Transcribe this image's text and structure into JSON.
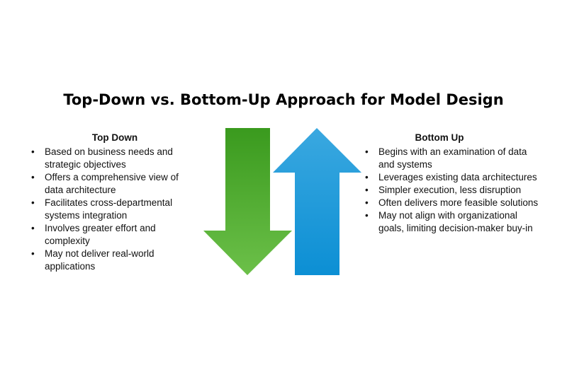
{
  "title": "Top-Down vs. Bottom-Up Approach for Model Design",
  "top_down": {
    "heading": "Top Down",
    "items": [
      "Based on business needs and strategic objectives",
      "Offers a comprehensive view of data architecture",
      "Facilitates cross-departmental systems integration",
      "Involves greater effort and complexity",
      "May not deliver real-world applications"
    ]
  },
  "bottom_up": {
    "heading": "Bottom Up",
    "items": [
      "Begins with an examination of data and systems",
      "Leverages existing data architectures",
      "Simpler execution, less disruption",
      "Often delivers more feasible solutions",
      "May not align with organizational goals, limiting decision-maker buy-in"
    ]
  },
  "arrows": {
    "down": {
      "icon": "down-arrow-icon",
      "color_top": "#3a9a1e",
      "color_bottom": "#6cc049"
    },
    "up": {
      "icon": "up-arrow-icon",
      "color_top": "#3aa8e0",
      "color_bottom": "#0c8fd4"
    }
  }
}
